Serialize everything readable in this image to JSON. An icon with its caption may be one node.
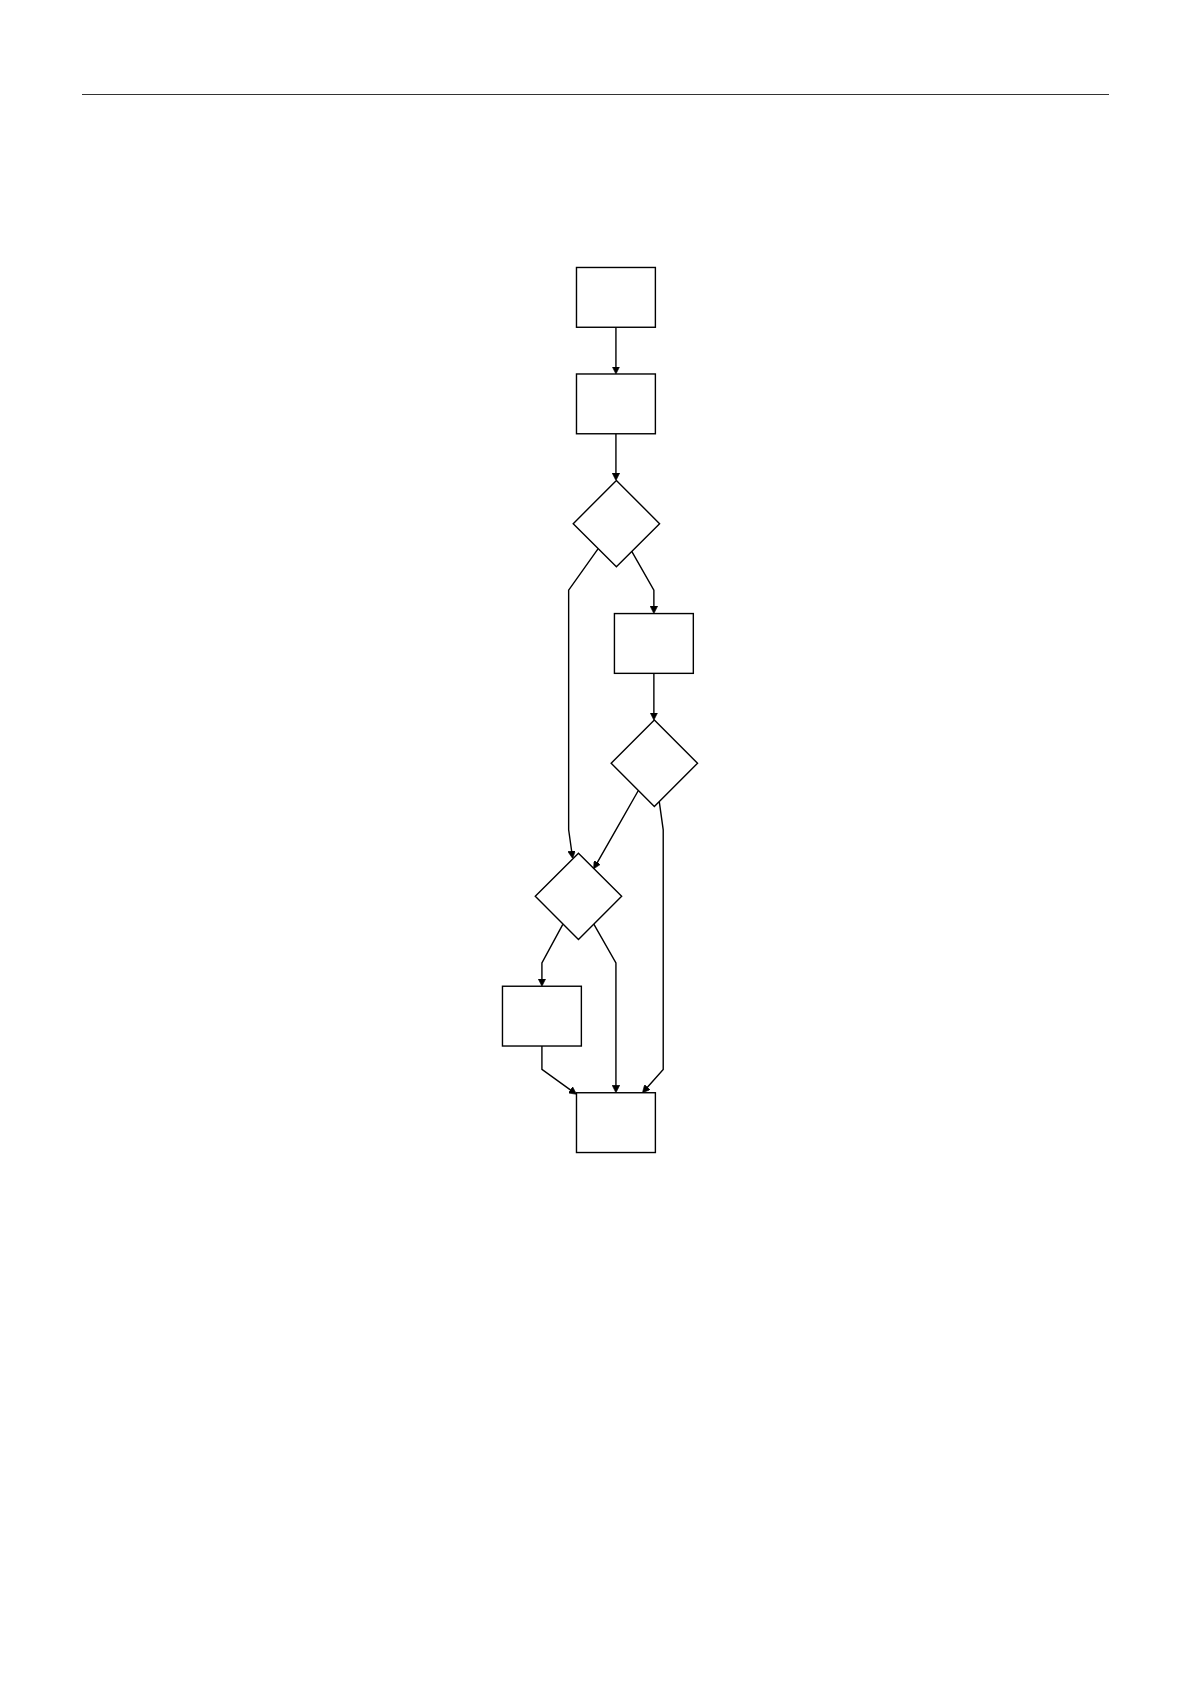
{
  "diagram": {
    "nodes": [
      {
        "text": [],
        "shape": "box"
      },
      {
        "text": [],
        "shape": "box"
      },
      {
        "text": [],
        "shape": "diamond"
      },
      {
        "text": [],
        "shape": "box"
      },
      {
        "text": [],
        "shape": "diamond"
      },
      {
        "text": [],
        "shape": "diamond"
      },
      {
        "text": [],
        "shape": "box"
      },
      {
        "text": [],
        "shape": "box"
      }
    ],
    "edges": [
      {
        "from": 0,
        "to": 1,
        "arrow": "to"
      },
      {
        "from": 1,
        "to": 2,
        "arrow": "to"
      },
      {
        "from": 2,
        "to": 3,
        "arrow": "to"
      },
      {
        "from": 3,
        "to": 4,
        "arrow": "to"
      },
      {
        "from": 2,
        "to": 5,
        "arrow": "to"
      },
      {
        "from": 4,
        "to": 5,
        "arrow": "to"
      },
      {
        "from": 5,
        "to": 6,
        "arrow": "to"
      },
      {
        "from": 6,
        "to": 7,
        "arrow": "to"
      },
      {
        "from": 5,
        "to": 7,
        "arrow": "to"
      },
      {
        "from": 4,
        "to": 7,
        "arrow": "to"
      }
    ]
  }
}
